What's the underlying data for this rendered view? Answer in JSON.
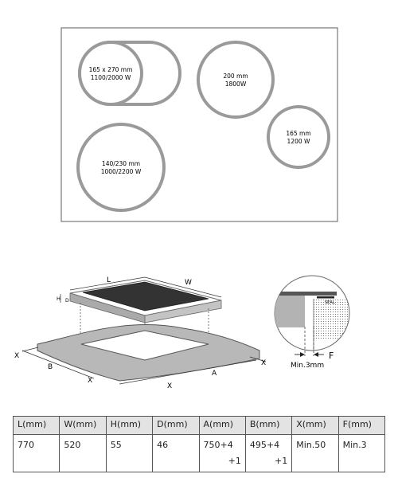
{
  "zones": [
    {
      "line1": "165 x 270 mm",
      "line2": "1100/2000 W"
    },
    {
      "line1": "200 mm",
      "line2": "1800W"
    },
    {
      "line1": "165 mm",
      "line2": "1200 W"
    },
    {
      "line1": "140/230 mm",
      "line2": "1000/2200 W"
    }
  ],
  "install_labels": {
    "L": "L",
    "W": "W",
    "H": "H",
    "D": "D",
    "A": "A",
    "B": "B",
    "X": "X",
    "F": "F",
    "seal": "SEAL",
    "min": "Min.3mm"
  },
  "table": {
    "headers": [
      "L(mm)",
      "W(mm)",
      "H(mm)",
      "D(mm)",
      "A(mm)",
      "B(mm)",
      "X(mm)",
      "F(mm)"
    ],
    "row": [
      {
        "main": "770",
        "sub": ""
      },
      {
        "main": "520",
        "sub": ""
      },
      {
        "main": "55",
        "sub": ""
      },
      {
        "main": "46",
        "sub": ""
      },
      {
        "main": "750+4",
        "sub": "+1"
      },
      {
        "main": "495+4",
        "sub": "+1"
      },
      {
        "main": "Min.50",
        "sub": ""
      },
      {
        "main": "Min.3",
        "sub": ""
      }
    ]
  }
}
